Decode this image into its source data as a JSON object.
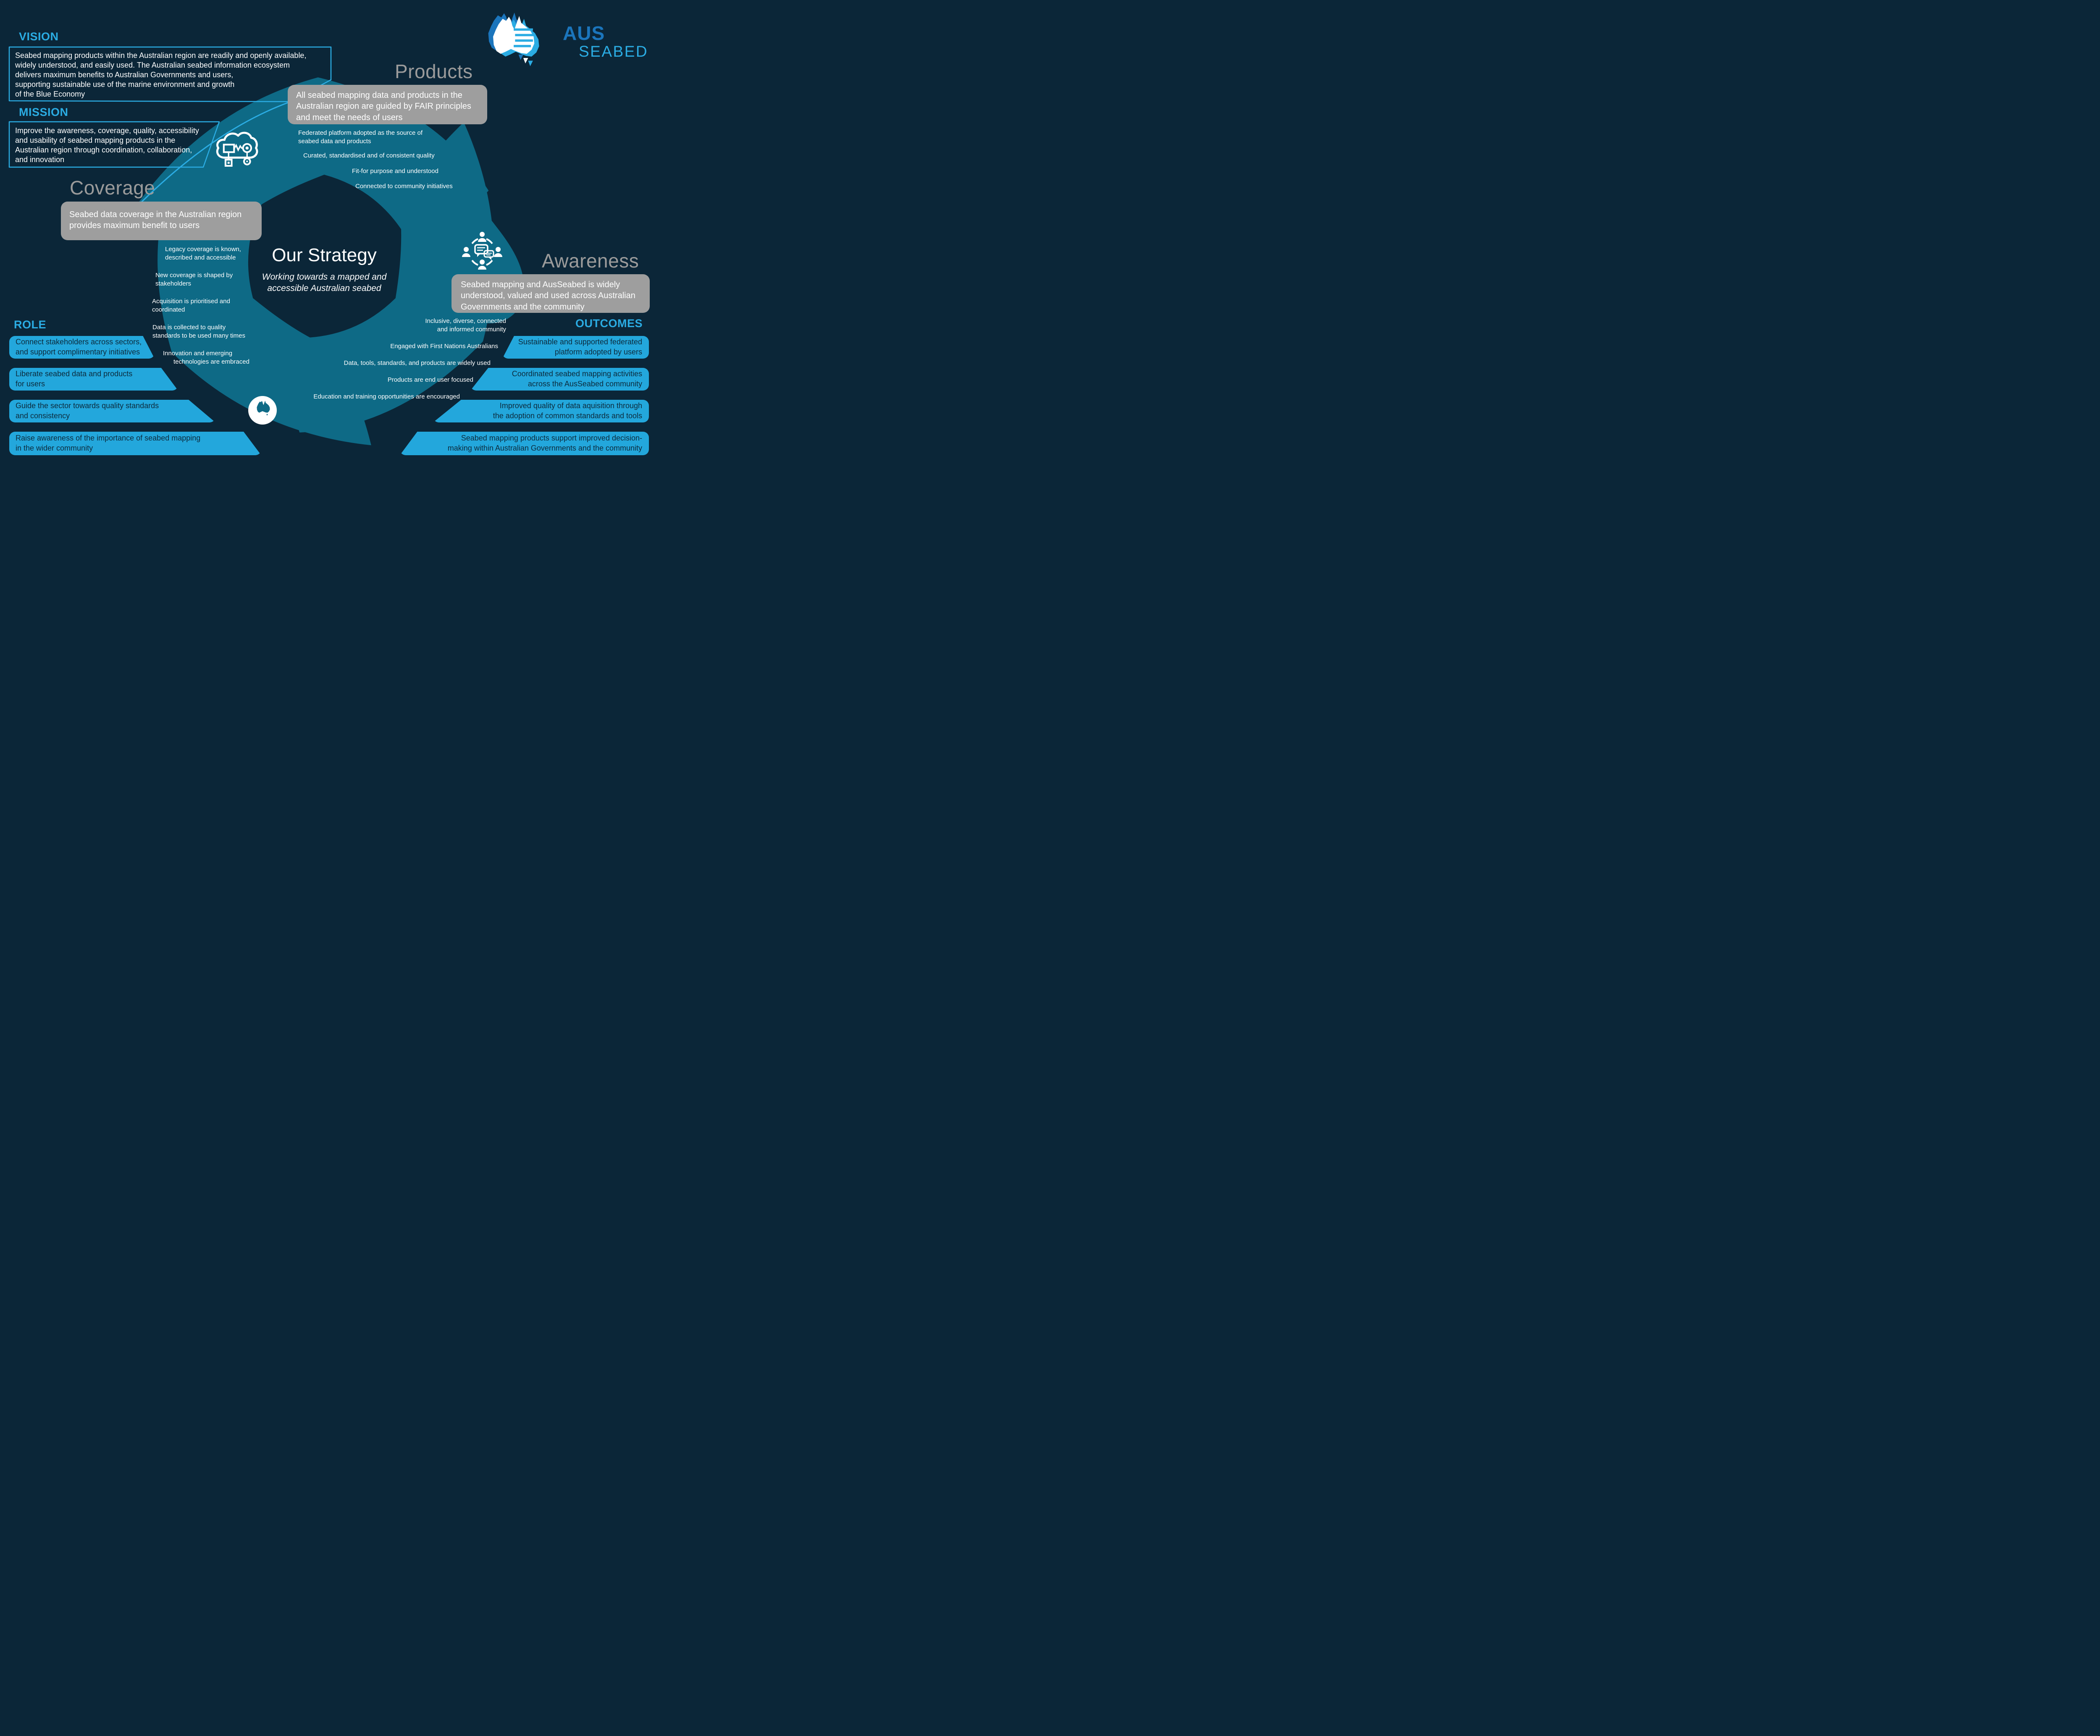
{
  "colors": {
    "background": "#0b2638",
    "swirl_teal": "#0e6a86",
    "accent_cyan": "#2bace3",
    "light_blue_box": "#23a7dc",
    "gray_box": "#9e9e9e",
    "heading_gray": "#9b9b9b",
    "logo_blue": "#1b75bc",
    "navy_text": "#0c2b3d"
  },
  "logo": {
    "line1": "AUS",
    "line2": "SEABED",
    "icon": "australia-layered-map-icon"
  },
  "vision": {
    "heading": "VISION",
    "body": "Seabed mapping products within the Australian region are readily and openly available,\nwidely understood, and easily used. The Australian seabed information ecosystem\ndelivers maximum benefits to Australian Governments and users,\nsupporting sustainable use of the marine environment and growth\nof the Blue Economy"
  },
  "mission": {
    "heading": "MISSION",
    "body": "Improve the awareness, coverage, quality, accessibility\nand usability of seabed mapping products in the\nAustralian region through coordination, collaboration,\nand innovation"
  },
  "center": {
    "title": "Our Strategy",
    "subtitle": "Working towards a mapped and\naccessible Australian seabed"
  },
  "products": {
    "heading": "Products",
    "icon": "cloud-data-network-icon",
    "summary": "All seabed mapping data and products in the\nAustralian region are guided by FAIR principles\nand meet the needs of users",
    "bullets": [
      "Federated platform adopted as the source of\nseabed data and products",
      "Curated, standardised and of consistent quality",
      "Fit-for purpose and understood",
      "Connected to community initiatives"
    ]
  },
  "coverage": {
    "heading": "Coverage",
    "icon": "australia-map-circle-icon",
    "summary": "Seabed data coverage in the Australian region\nprovides maximum benefit to users",
    "bullets": [
      "Legacy coverage is known,\ndescribed and accessible",
      "New coverage is shaped by\nstakeholders",
      "Acquisition is prioritised and\ncoordinated",
      "Data is collected to quality\nstandards to be used many times",
      "Innovation and emerging\n      technologies are embraced"
    ]
  },
  "awareness": {
    "heading": "Awareness",
    "icon": "community-discussion-icon",
    "summary": "Seabed mapping and AusSeabed is widely\nunderstood, valued and used across Australian\nGovernments and the community",
    "bullets": [
      "Inclusive, diverse, connected\nand informed community",
      "Engaged with First Nations Australians",
      "Data, tools, standards, and products are widely used",
      "Products are end user focused",
      "Education and training opportunities are encouraged"
    ]
  },
  "role": {
    "heading": "ROLE",
    "items": [
      "Connect stakeholders across sectors,\nand support complimentary initiatives",
      "Liberate seabed data and products\nfor users",
      "Guide the sector towards quality standards\nand consistency",
      "Raise awareness of the importance of seabed mapping\nin the wider community"
    ]
  },
  "outcomes": {
    "heading": "OUTCOMES",
    "items": [
      "Sustainable and supported federated\nplatform adopted by users",
      "Coordinated seabed mapping activities\nacross the AusSeabed community",
      "Improved quality of data aquisition through\nthe adoption of common standards and tools",
      "Seabed mapping products support improved decision-\nmaking within Australian Governments and the community"
    ]
  }
}
